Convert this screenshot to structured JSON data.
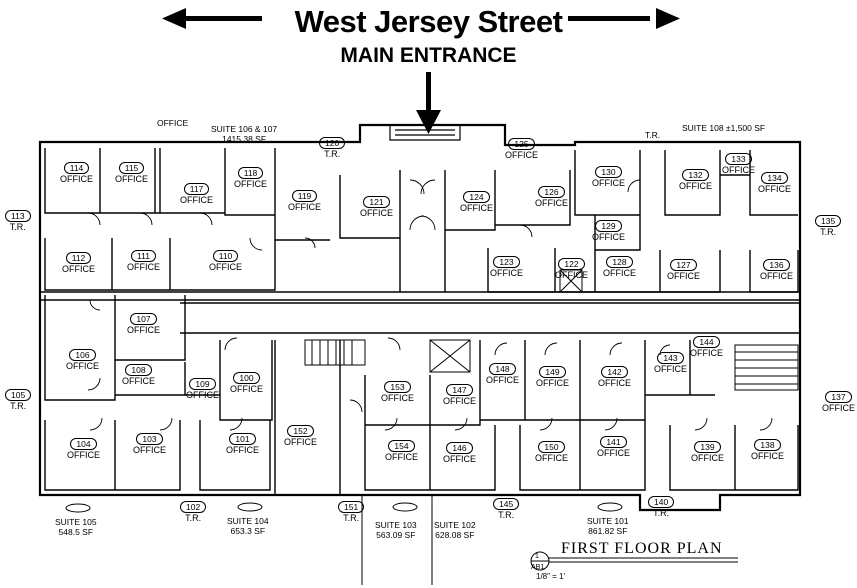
{
  "header": {
    "street": "West Jersey Street",
    "entrance": "MAIN ENTRANCE"
  },
  "plan_title": "FIRST FLOOR PLAN",
  "sheet_tag": "1\nAB1",
  "sheet_top": "1",
  "sheet_bottom": "AB1",
  "scale_text": "1/8\" = 1'",
  "rooms": [
    {
      "num": "114",
      "word": "OFFICE"
    },
    {
      "num": "115",
      "word": "OFFICE"
    },
    {
      "num": "117",
      "word": "OFFICE"
    },
    {
      "num": "118",
      "word": "OFFICE"
    },
    {
      "num": "119",
      "word": "OFFICE"
    },
    {
      "num": "121",
      "word": "OFFICE"
    },
    {
      "num": "124",
      "word": "OFFICE"
    },
    {
      "num": "126",
      "word": "OFFICE"
    },
    {
      "num": "130",
      "word": "OFFICE"
    },
    {
      "num": "132",
      "word": "OFFICE"
    },
    {
      "num": "133",
      "word": "OFFICE"
    },
    {
      "num": "134",
      "word": "OFFICE"
    },
    {
      "num": "129",
      "word": "OFFICE"
    },
    {
      "num": "112",
      "word": "OFFICE"
    },
    {
      "num": "111",
      "word": "OFFICE"
    },
    {
      "num": "110",
      "word": "OFFICE"
    },
    {
      "num": "123",
      "word": "OFFICE"
    },
    {
      "num": "122",
      "word": "OFFICE"
    },
    {
      "num": "128",
      "word": "OFFICE"
    },
    {
      "num": "127",
      "word": "OFFICE"
    },
    {
      "num": "136",
      "word": "OFFICE"
    },
    {
      "num": "107",
      "word": "OFFICE"
    },
    {
      "num": "106",
      "word": "OFFICE"
    },
    {
      "num": "108",
      "word": "OFFICE"
    },
    {
      "num": "109",
      "word": "OFFICE"
    },
    {
      "num": "100",
      "word": "OFFICE"
    },
    {
      "num": "153",
      "word": "OFFICE"
    },
    {
      "num": "147",
      "word": "OFFICE"
    },
    {
      "num": "148",
      "word": "OFFICE"
    },
    {
      "num": "149",
      "word": "OFFICE"
    },
    {
      "num": "142",
      "word": "OFFICE"
    },
    {
      "num": "143",
      "word": "OFFICE"
    },
    {
      "num": "144",
      "word": "OFFICE"
    },
    {
      "num": "104",
      "word": "OFFICE"
    },
    {
      "num": "103",
      "word": "OFFICE"
    },
    {
      "num": "101",
      "word": "OFFICE"
    },
    {
      "num": "152",
      "word": "OFFICE"
    },
    {
      "num": "154",
      "word": "OFFICE"
    },
    {
      "num": "146",
      "word": "OFFICE"
    },
    {
      "num": "150",
      "word": "OFFICE"
    },
    {
      "num": "141",
      "word": "OFFICE"
    },
    {
      "num": "139",
      "word": "OFFICE"
    },
    {
      "num": "138",
      "word": "OFFICE"
    }
  ],
  "toilets": [
    {
      "num": "113",
      "word": "T.R."
    },
    {
      "num": "120",
      "word": "T.R."
    },
    {
      "num": "125",
      "word": "OFFICE"
    },
    {
      "num": "135",
      "word": "T.R."
    },
    {
      "num": "105",
      "word": "T.R."
    },
    {
      "num": "137",
      "word": "OFFICE"
    },
    {
      "num": "102",
      "word": "T.R."
    },
    {
      "num": "151",
      "word": "T.R."
    },
    {
      "num": "145",
      "word": "T.R."
    },
    {
      "num": "140",
      "word": "T.R."
    }
  ],
  "suites": [
    {
      "name": "SUITE 106 & 107",
      "area": "1415.38 SF"
    },
    {
      "name": "SUITE 108 ±1,500 SF",
      "area": ""
    },
    {
      "name": "SUITE 105",
      "area": "548.5 SF"
    },
    {
      "name": "SUITE 104",
      "area": "653.3 SF"
    },
    {
      "name": "SUITE 103",
      "area": "563.09 SF"
    },
    {
      "name": "SUITE 102",
      "area": "628.08 SF"
    },
    {
      "name": "SUITE 101",
      "area": "861.82 SF"
    }
  ],
  "misc_labels": {
    "office_top": "OFFICE",
    "tr_top": "T.R."
  }
}
